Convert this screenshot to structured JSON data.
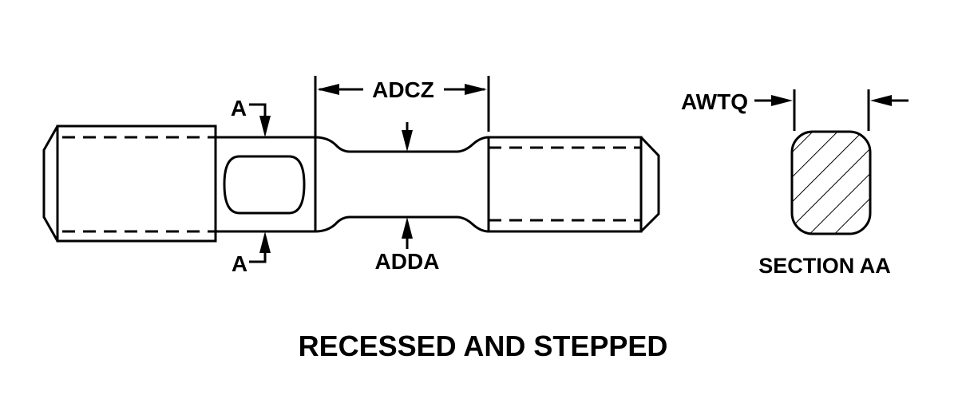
{
  "labels": {
    "dim_length": "ADCZ",
    "dim_neck_diameter": "ADDA",
    "dim_section_width": "AWTQ",
    "section_marker_top": "A",
    "section_marker_bottom": "A",
    "section_caption": "SECTION AA",
    "title": "RECESSED AND STEPPED"
  },
  "colors": {
    "line": "#000000",
    "background": "#ffffff"
  }
}
